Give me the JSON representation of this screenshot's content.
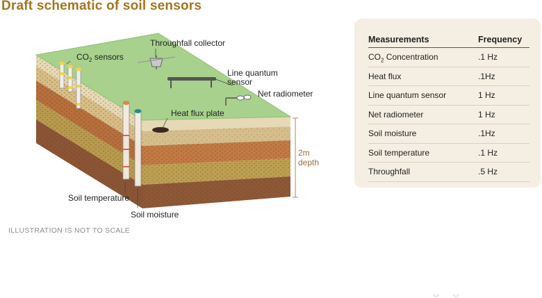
{
  "title": "Draft schematic of soil sensors",
  "labels": {
    "co2": "CO",
    "co2_sub": "2",
    "co2_rest": " sensors",
    "throughfall": "Throughfall collector",
    "line_quantum_1": "Line quantum",
    "line_quantum_2": "sensor",
    "net_radiometer": "Net radiometer",
    "heat_flux_plate": "Heat flux plate",
    "depth_1": "2m",
    "depth_2": "depth",
    "soil_temperature": "Soil temperature",
    "soil_moisture": "Soil moisture"
  },
  "note": "ILLUSTRATION IS NOT TO SCALE",
  "table": {
    "headers": [
      "Measurements",
      "Frequency"
    ],
    "rows": [
      {
        "measurement": "CO",
        "sub": "2",
        "rest": " Concentration",
        "frequency": ".1 Hz"
      },
      {
        "measurement": "Heat flux",
        "sub": "",
        "rest": "",
        "frequency": ".1Hz"
      },
      {
        "measurement": "Line quantum sensor",
        "sub": "",
        "rest": "",
        "frequency": "1 Hz"
      },
      {
        "measurement": "Net radiometer",
        "sub": "",
        "rest": "",
        "frequency": "1 Hz"
      },
      {
        "measurement": "Soil moisture",
        "sub": "",
        "rest": "",
        "frequency": ".1Hz"
      },
      {
        "measurement": "Soil temperature",
        "sub": "",
        "rest": "",
        "frequency": ".1 Hz"
      },
      {
        "measurement": "Throughfall",
        "sub": "",
        "rest": "",
        "frequency": ".5 Hz"
      }
    ]
  },
  "nav": {
    "prev": "◡",
    "next": "◡"
  },
  "colors": {
    "title": "#a3761f",
    "grass": "#a8d18d",
    "layer_light": "#e8dcc0",
    "layer_tan": "#d8b985",
    "layer_rust": "#b87440",
    "layer_olive": "#b89a4e",
    "layer_brown": "#8b5a38",
    "panel": "#f4efe2"
  }
}
